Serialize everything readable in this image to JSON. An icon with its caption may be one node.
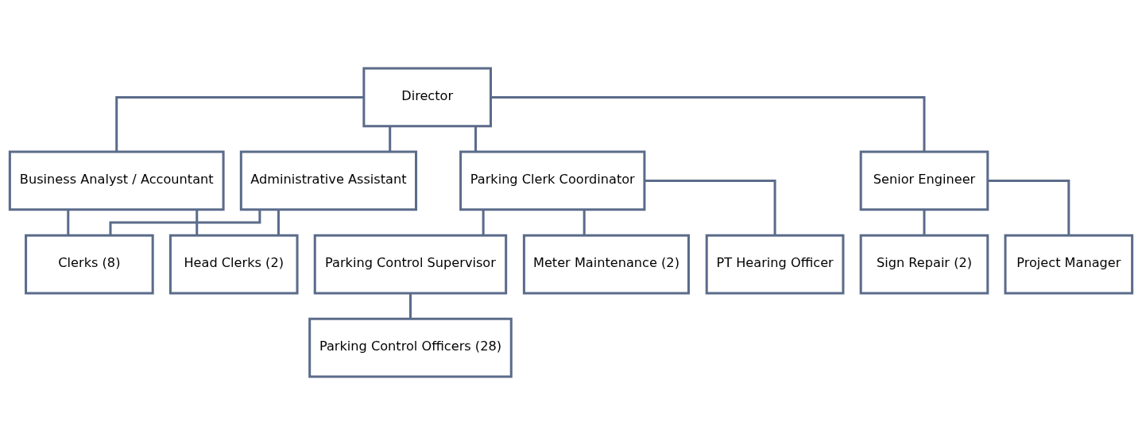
{
  "diagram": {
    "nodes": [
      {
        "text": [
          "Director"
        ]
      },
      {
        "text": [
          "Business Analyst / Accountant"
        ]
      },
      {
        "text": [
          "Administrative Assistant"
        ]
      },
      {
        "text": [
          "Parking Clerk Coordinator"
        ]
      },
      {
        "text": [
          "Senior Engineer"
        ]
      },
      {
        "text": [
          "Head Clerks (2)"
        ]
      },
      {
        "text": [
          "Clerks (8)"
        ]
      },
      {
        "text": [
          "Parking Control Supervisor"
        ]
      },
      {
        "text": [
          "Meter Maintenance (2)"
        ]
      },
      {
        "text": [
          "PT Hearing Officer"
        ]
      },
      {
        "text": [
          "Parking Control Officers (28)"
        ]
      },
      {
        "text": [
          "Project Manager"
        ]
      },
      {
        "text": [
          "Sign Repair (2)"
        ]
      }
    ],
    "edges": [
      {
        "from": 0,
        "to": 1,
        "arrow": "none"
      },
      {
        "from": 0,
        "to": 2,
        "arrow": "none"
      },
      {
        "from": 0,
        "to": 3,
        "arrow": "none"
      },
      {
        "from": 0,
        "to": 4,
        "arrow": "none"
      },
      {
        "from": 1,
        "to": 5,
        "arrow": "none"
      },
      {
        "from": 1,
        "to": 6,
        "arrow": "none"
      },
      {
        "from": 2,
        "to": 5,
        "arrow": "none"
      },
      {
        "from": 2,
        "to": 6,
        "arrow": "none"
      },
      {
        "from": 3,
        "to": 7,
        "arrow": "none"
      },
      {
        "from": 3,
        "to": 8,
        "arrow": "none"
      },
      {
        "from": 3,
        "to": 9,
        "arrow": "none"
      },
      {
        "from": 7,
        "to": 10,
        "arrow": "none"
      },
      {
        "from": 4,
        "to": 11,
        "arrow": "none"
      },
      {
        "from": 4,
        "to": 12,
        "arrow": "none"
      }
    ]
  }
}
